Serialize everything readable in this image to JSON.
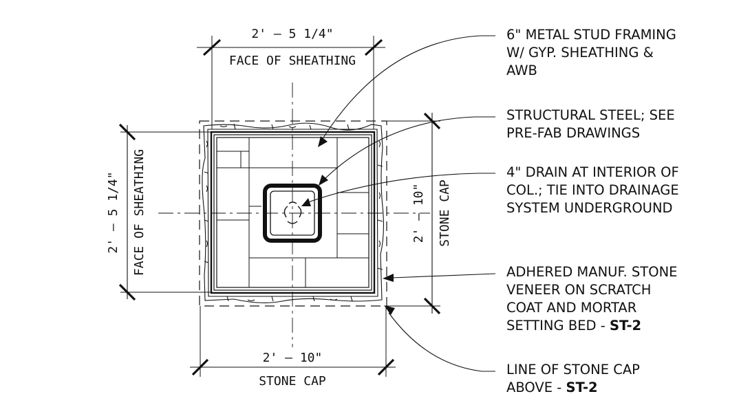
{
  "dimensions": {
    "top_value": "2' – 5 1/4\"",
    "top_label": "FACE OF SHEATHING",
    "left_value": "2' – 5 1/4\"",
    "left_label": "FACE OF SHEATHING",
    "right_value": "2' – 10\"",
    "right_label": "STONE CAP",
    "bottom_value": "2' – 10\"",
    "bottom_label": "STONE CAP"
  },
  "notes": [
    {
      "lines": [
        "6\" METAL STUD FRAMING",
        "W/ GYP. SHEATHING &",
        "AWB"
      ]
    },
    {
      "lines": [
        "STRUCTURAL STEEL; SEE",
        "PRE-FAB DRAWINGS"
      ]
    },
    {
      "lines": [
        "4\" DRAIN AT INTERIOR OF",
        "COL.; TIE INTO DRAINAGE",
        "SYSTEM UNDERGROUND"
      ]
    },
    {
      "lines": [
        "ADHERED MANUF. STONE",
        "VENEER ON SCRATCH",
        "COAT AND MORTAR",
        "SETTING BED - "
      ],
      "ref": "ST-2"
    },
    {
      "lines": [
        "LINE OF STONE CAP",
        "ABOVE - "
      ],
      "ref": "ST-2"
    }
  ],
  "colors": {
    "line": "#111111",
    "background": "#ffffff"
  }
}
